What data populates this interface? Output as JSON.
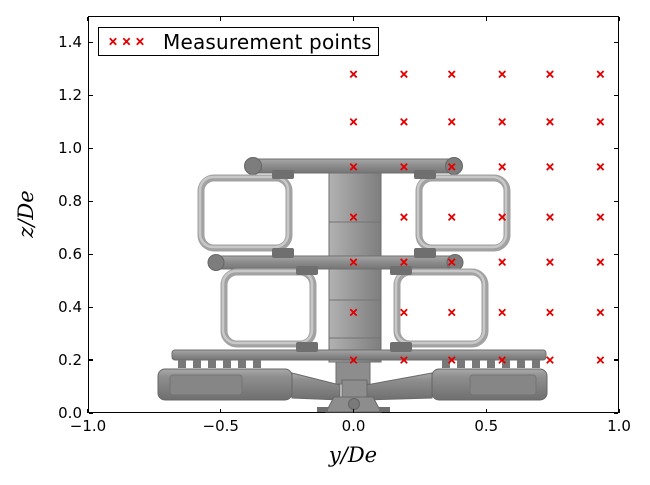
{
  "figure": {
    "background": "#ffffff",
    "description": "Scatter figure of measurement points overlaid on a grayscale 3D render of a test model (central mast, four rectangular tube frames, skid base with pods)"
  },
  "colors": {
    "marker": "#e40000",
    "axis": "#000000",
    "model_dark": "#6f6f6f",
    "model_mid": "#8d8d8d",
    "model_light": "#a2a2a2",
    "model_lighter": "#c8c8c8"
  },
  "legend": {
    "label": "Measurement points"
  },
  "chart_data": {
    "type": "scatter",
    "title": "",
    "xlabel": "y/De",
    "ylabel": "z/De",
    "xlim": [
      -1.0,
      1.0
    ],
    "ylim": [
      0.0,
      1.5
    ],
    "xticks": [
      -1.0,
      -0.5,
      0.0,
      0.5,
      1.0
    ],
    "yticks": [
      0.0,
      0.2,
      0.4,
      0.6,
      0.8,
      1.0,
      1.2,
      1.4
    ],
    "grid": false,
    "legend_position": "upper left",
    "legend_entries": [
      "Measurement points"
    ],
    "series": [
      {
        "name": "Measurement points",
        "marker": "x",
        "color": "#e40000",
        "grid_y_over_De": [
          0.0,
          0.19,
          0.37,
          0.56,
          0.74,
          0.93
        ],
        "grid_z_over_De": [
          0.2,
          0.38,
          0.57,
          0.74,
          0.93,
          1.1,
          1.28
        ],
        "points": [
          [
            0.0,
            0.2
          ],
          [
            0.19,
            0.2
          ],
          [
            0.37,
            0.2
          ],
          [
            0.56,
            0.2
          ],
          [
            0.74,
            0.2
          ],
          [
            0.93,
            0.2
          ],
          [
            0.0,
            0.38
          ],
          [
            0.19,
            0.38
          ],
          [
            0.37,
            0.38
          ],
          [
            0.56,
            0.38
          ],
          [
            0.74,
            0.38
          ],
          [
            0.93,
            0.38
          ],
          [
            0.0,
            0.57
          ],
          [
            0.19,
            0.57
          ],
          [
            0.37,
            0.57
          ],
          [
            0.56,
            0.57
          ],
          [
            0.74,
            0.57
          ],
          [
            0.93,
            0.57
          ],
          [
            0.0,
            0.74
          ],
          [
            0.19,
            0.74
          ],
          [
            0.37,
            0.74
          ],
          [
            0.56,
            0.74
          ],
          [
            0.74,
            0.74
          ],
          [
            0.93,
            0.74
          ],
          [
            0.0,
            0.93
          ],
          [
            0.19,
            0.93
          ],
          [
            0.37,
            0.93
          ],
          [
            0.56,
            0.93
          ],
          [
            0.74,
            0.93
          ],
          [
            0.93,
            0.93
          ],
          [
            0.0,
            1.1
          ],
          [
            0.19,
            1.1
          ],
          [
            0.37,
            1.1
          ],
          [
            0.56,
            1.1
          ],
          [
            0.74,
            1.1
          ],
          [
            0.93,
            1.1
          ],
          [
            0.0,
            1.28
          ],
          [
            0.19,
            1.28
          ],
          [
            0.37,
            1.28
          ],
          [
            0.56,
            1.28
          ],
          [
            0.74,
            1.28
          ],
          [
            0.93,
            1.28
          ]
        ]
      }
    ],
    "background_image_note": "grayscale CAD render: vertical mast with top and middle crossbars, two pairs of rounded rectangular frames, toothed rail over two pods with converging arms onto a central pedestal"
  }
}
